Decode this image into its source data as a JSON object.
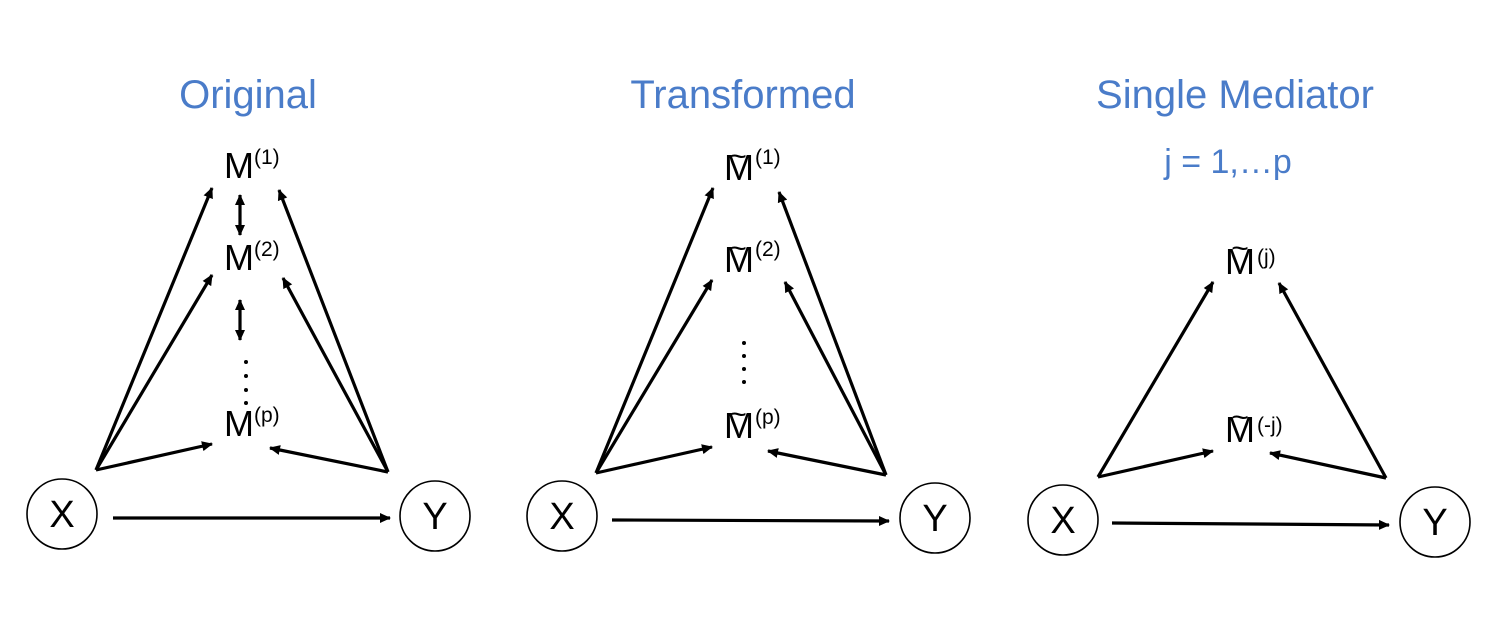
{
  "panels": [
    {
      "title": "Original",
      "subtitle": "",
      "tilde": false,
      "x_label": "X",
      "y_label": "Y",
      "mediators": [
        {
          "base": "M",
          "sup": "(1)"
        },
        {
          "base": "M",
          "sup": "(2)"
        },
        {
          "base": "M",
          "sup": "(p)"
        }
      ],
      "has_ellipsis": true,
      "has_correlation_arrows": true
    },
    {
      "title": "Transformed",
      "subtitle": "",
      "tilde": true,
      "x_label": "X",
      "y_label": "Y",
      "mediators": [
        {
          "base": "M",
          "sup": "(1)"
        },
        {
          "base": "M",
          "sup": "(2)"
        },
        {
          "base": "M",
          "sup": "(p)"
        }
      ],
      "has_ellipsis": true,
      "has_correlation_arrows": false
    },
    {
      "title": "Single Mediator",
      "subtitle": "j = 1,…p",
      "tilde": true,
      "x_label": "X",
      "y_label": "Y",
      "mediators": [
        {
          "base": "M",
          "sup": "(j)"
        },
        {
          "base": "M",
          "sup": "(-j)"
        }
      ],
      "has_ellipsis": false,
      "has_correlation_arrows": false
    }
  ],
  "colors": {
    "title": "#4a7cc9",
    "ink": "#000000"
  }
}
